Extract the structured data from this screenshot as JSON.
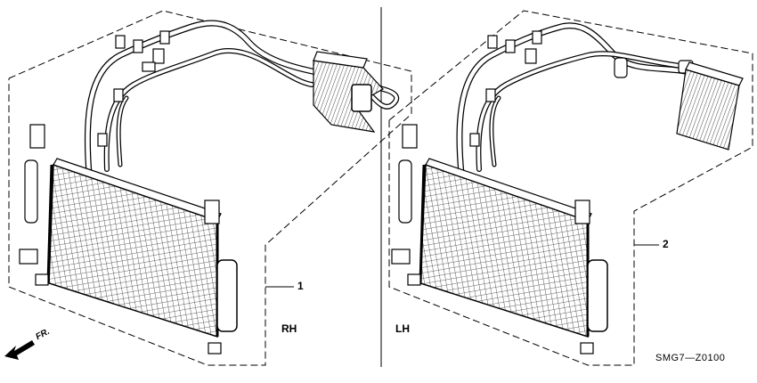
{
  "diagram": {
    "callouts": [
      {
        "id": "callout-1",
        "number": "1"
      },
      {
        "id": "callout-2",
        "number": "2"
      }
    ],
    "side_labels": {
      "right": "RH",
      "left": "LH"
    },
    "front_label": "FR.",
    "code": "SMG7—Z0100"
  }
}
